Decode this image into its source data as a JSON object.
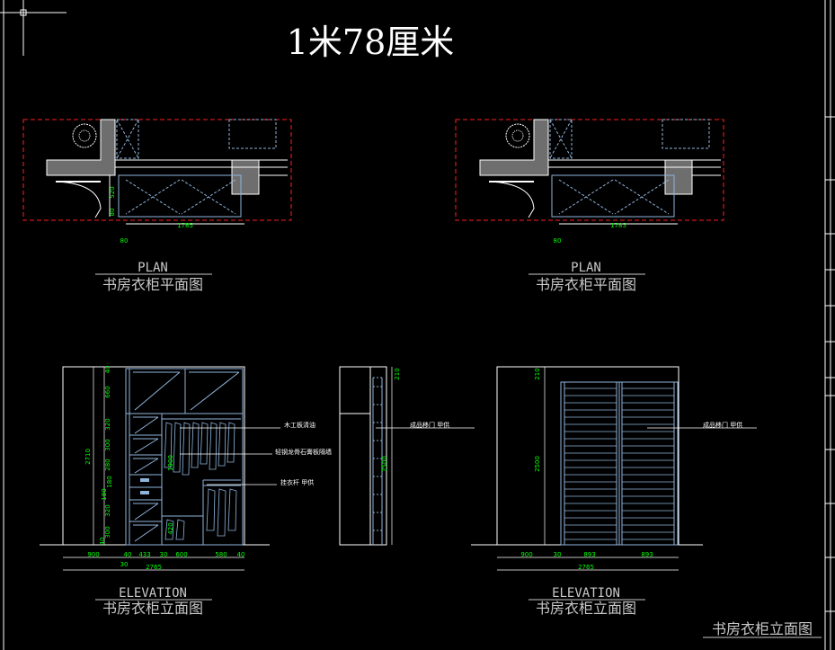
{
  "drawing": {
    "title": "1米78厘米",
    "sheet_label": "书房衣柜立面图"
  },
  "plan_views": [
    {
      "label_en": "PLAN",
      "label_cn": "书房衣柜平面图",
      "dim_width": "1785",
      "dim_left": "80",
      "dim_depth": "520",
      "dim_depth2": "80"
    },
    {
      "label_en": "PLAN",
      "label_cn": "书房衣柜平面图",
      "dim_width": "1785",
      "dim_left": "80"
    }
  ],
  "elevation_views": [
    {
      "label_en": "ELEVATION",
      "label_cn": "书房衣柜立面图",
      "dims_vertical": [
        "40",
        "660",
        "320",
        "300",
        "280",
        "180",
        "180",
        "320",
        "300",
        "40"
      ],
      "dim_total_height": "2710",
      "dim_hanger": "1900",
      "dim_lower": "420",
      "dims_bottom": [
        "900",
        "40",
        "433",
        "30",
        "600",
        "580",
        "40"
      ],
      "dim_sub": "30",
      "dim_total_width": "2765",
      "callouts": [
        "木工板清油",
        "轻钢龙骨石膏板隔墙",
        "挂衣杆 甲供"
      ]
    },
    {
      "dims_vertical": [
        "210",
        "2500"
      ],
      "callouts": [
        "成品移门 甲供"
      ]
    },
    {
      "label_en": "ELEVATION",
      "label_cn": "书房衣柜立面图",
      "dims_vertical": [
        "210",
        "2500"
      ],
      "dims_bottom": [
        "900",
        "30",
        "893",
        "893"
      ],
      "dim_total_width": "2765",
      "callouts": [
        "成品移门 甲供"
      ]
    }
  ],
  "colors": {
    "background": "#000000",
    "lines": "#ffffff",
    "cabinet": "#8fb4dc",
    "dims": "#00ff00",
    "hidden": "#ff2020",
    "wall_fill": "#6e6e6e",
    "labels": "#c8c8c8"
  }
}
